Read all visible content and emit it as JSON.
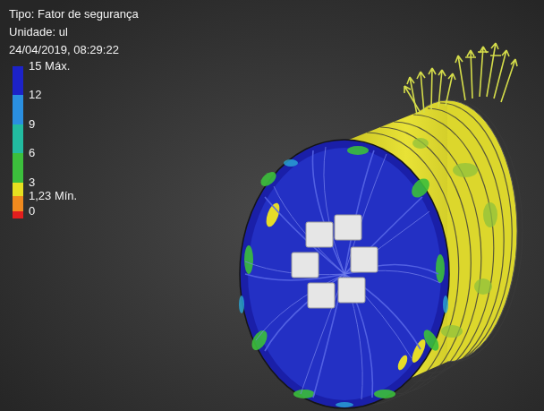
{
  "diagram": {
    "labels": [
      "Tipo: Fator de segurança",
      "Unidade: ul",
      "24/04/2019, 08:29:22"
    ],
    "legend": [
      {
        "text": "15 Máx.",
        "color": "#1c22c8"
      },
      {
        "text": "12",
        "color": "#2a8fe0"
      },
      {
        "text": "9",
        "color": "#22bba0"
      },
      {
        "text": "6",
        "color": "#3cbf3c"
      },
      {
        "text": "3",
        "color": "#e6e020"
      },
      {
        "text": "1,23 Mín.",
        "color": "#f08a1e"
      },
      {
        "text": "0",
        "color": "#e21e1e"
      }
    ]
  }
}
